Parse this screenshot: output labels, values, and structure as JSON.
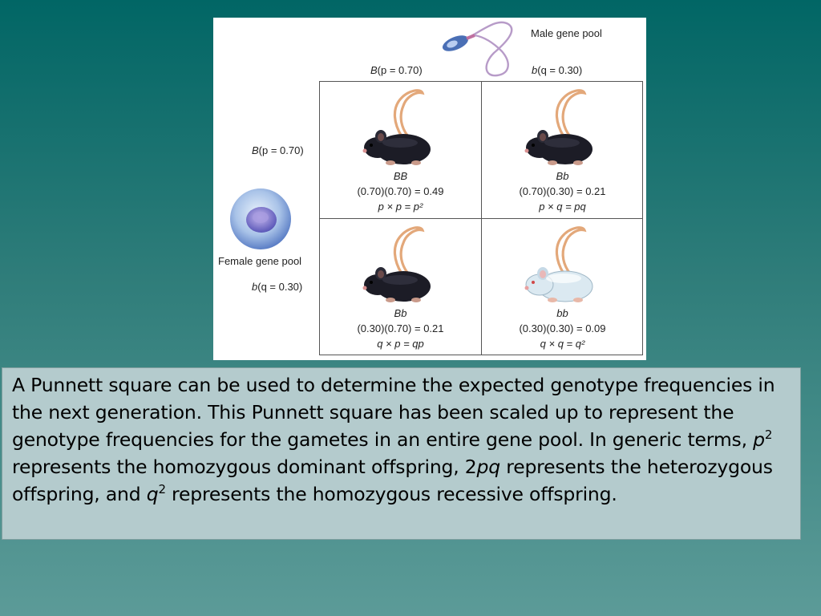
{
  "figure": {
    "male_label": "Male gene pool",
    "female_label": "Female gene pool",
    "col_headers": [
      {
        "allele": "B",
        "eq": "(p = 0.70)"
      },
      {
        "allele": "b",
        "eq": "(q = 0.30)"
      }
    ],
    "row_headers": [
      {
        "allele": "B",
        "eq": "(p = 0.70)"
      },
      {
        "allele": "b",
        "eq": "(q = 0.30)"
      }
    ],
    "cells": [
      {
        "genotype": "BB",
        "calc": "(0.70)(0.70) = 0.49",
        "formula": "p × p = p²",
        "mouse": "black"
      },
      {
        "genotype": "Bb",
        "calc": "(0.70)(0.30) = 0.21",
        "formula": "p × q = pq",
        "mouse": "black"
      },
      {
        "genotype": "Bb",
        "calc": "(0.30)(0.70) = 0.21",
        "formula": "q × p = qp",
        "mouse": "black"
      },
      {
        "genotype": "bb",
        "calc": "(0.30)(0.30) = 0.09",
        "formula": "q × q = q²",
        "mouse": "white"
      }
    ]
  },
  "caption": {
    "part1": "A Punnett square can be used to determine the expected genotype frequencies in the next generation. This Punnett square has been scaled up to represent the genotype frequencies for the gametes in an entire gene pool. In generic terms, ",
    "p": "p",
    "sup1": "2",
    "part2": " represents the homozygous dominant offspring, 2",
    "pq": "pq",
    "part3": " represents the heterozygous offspring, and ",
    "q": "q",
    "sup2": "2",
    "part4": " represents the homozygous recessive offspring."
  },
  "colors": {
    "background_top": "#016665",
    "background_bottom": "#5c9b98",
    "caption_box": "#b4cbcd",
    "mouse_black": "#1c1c26",
    "mouse_white": "#dbe9f1",
    "tail": "#e3a87a"
  }
}
